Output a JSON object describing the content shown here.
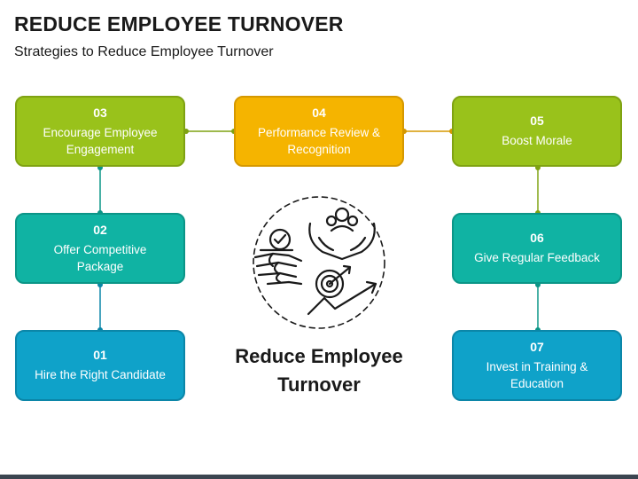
{
  "header": {
    "title": "REDUCE EMPLOYEE TURNOVER",
    "subtitle": "Strategies to Reduce Employee Turnover"
  },
  "steps": [
    {
      "number": "01",
      "label": "Hire the Right Candidate",
      "color": "#0fa2c9"
    },
    {
      "number": "02",
      "label": "Offer Competitive Package",
      "color": "#10b3a3"
    },
    {
      "number": "03",
      "label": "Encourage Employee Engagement",
      "color": "#99c21b"
    },
    {
      "number": "04",
      "label": "Performance Review & Recognition",
      "color": "#f5b400"
    },
    {
      "number": "05",
      "label": "Boost Morale",
      "color": "#99c21b"
    },
    {
      "number": "06",
      "label": "Give Regular Feedback",
      "color": "#10b3a3"
    },
    {
      "number": "07",
      "label": "Invest in Training & Education",
      "color": "#0fa2c9"
    }
  ],
  "center": {
    "title": "Reduce Employee Turnover",
    "icons": [
      "checkmark-icon",
      "handshake-icon",
      "team-in-hands-icon",
      "target-icon",
      "growth-arrow-icon"
    ]
  }
}
